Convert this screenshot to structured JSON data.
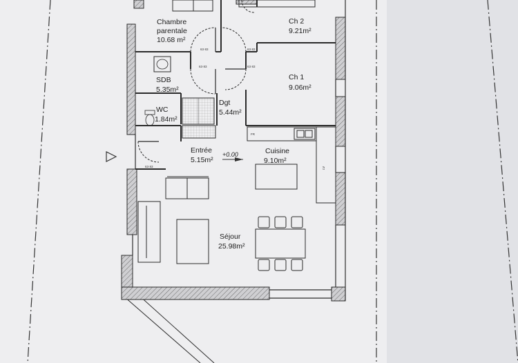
{
  "rooms": [
    {
      "id": "chambre-parentale",
      "name_line1": "Chambre",
      "name_line2": "parentale",
      "area": "10.68 m²"
    },
    {
      "id": "ch2",
      "name": "Ch 2",
      "area": "9.21m²"
    },
    {
      "id": "sdb",
      "name": "SDB",
      "area": "5.35m²"
    },
    {
      "id": "ch1",
      "name": "Ch 1",
      "area": "9.06m²"
    },
    {
      "id": "wc",
      "name": "WC",
      "area": "1.84m²"
    },
    {
      "id": "dgt",
      "name": "Dgt",
      "area": "5.44m²"
    },
    {
      "id": "entree",
      "name": "Entrée",
      "area": "5.15m²"
    },
    {
      "id": "cuisine",
      "name": "Cuisine",
      "area": "9.10m²"
    },
    {
      "id": "sejour",
      "name": "Séjour",
      "area": "25.98m²"
    }
  ],
  "level_marker": "+0.00",
  "appliance_labels": {
    "fridge": "FR",
    "dishwasher": "LV"
  },
  "door_tags": [
    "63·83",
    "63·83",
    "63·83",
    "63·83",
    "63·83"
  ],
  "colors": {
    "paper": "#eeeef0",
    "background": "#d9dade",
    "line": "#2a2a2a",
    "hatch": "#6a6a6a"
  }
}
